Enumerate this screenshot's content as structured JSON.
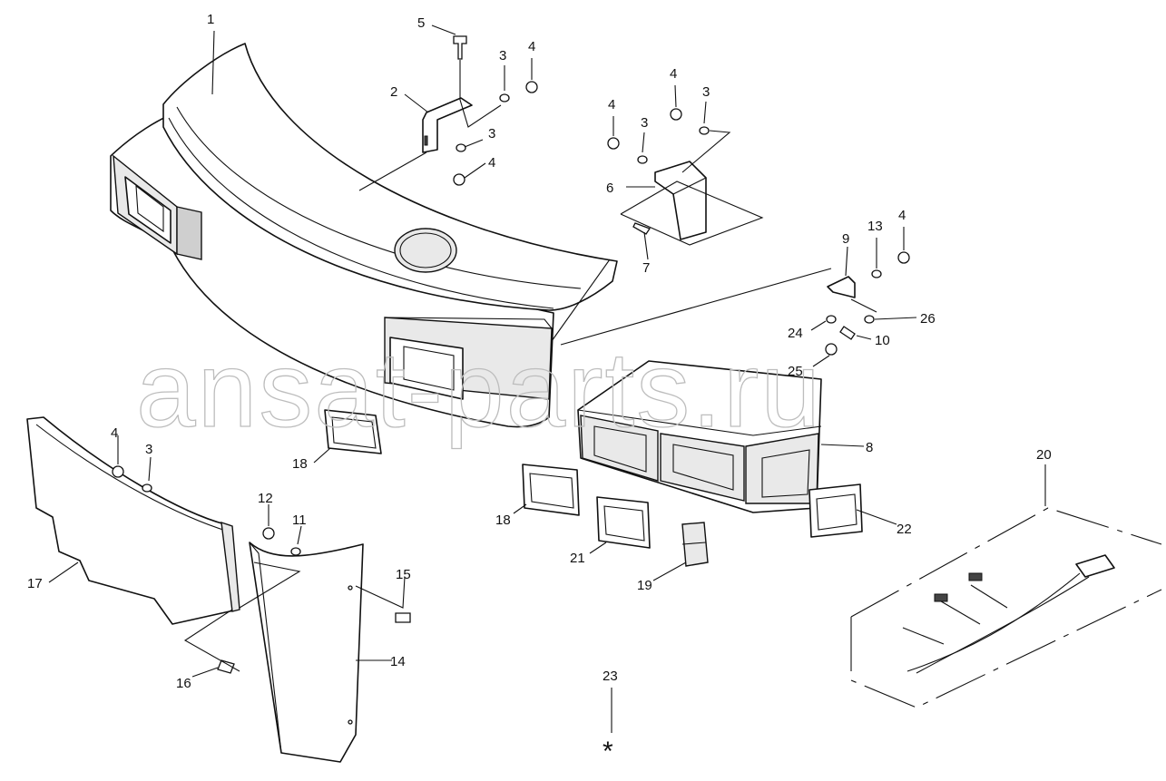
{
  "watermark": "ansat-parts.ru",
  "callouts": {
    "c1": "1",
    "c2": "2",
    "c3a": "3",
    "c3b": "3",
    "c3c": "3",
    "c3d": "3",
    "c3e": "3",
    "c4a": "4",
    "c4b": "4",
    "c4c": "4",
    "c4d": "4",
    "c4e": "4",
    "c4f": "4",
    "c5": "5",
    "c6": "6",
    "c7": "7",
    "c8": "8",
    "c9": "9",
    "c10": "10",
    "c11": "11",
    "c12": "12",
    "c13": "13",
    "c14": "14",
    "c15": "15",
    "c16": "16",
    "c17": "17",
    "c18a": "18",
    "c18b": "18",
    "c19": "19",
    "c20": "20",
    "c21": "21",
    "c22": "22",
    "c23": "23",
    "c24": "24",
    "c25": "25",
    "c26": "26"
  },
  "note_mark": "*"
}
